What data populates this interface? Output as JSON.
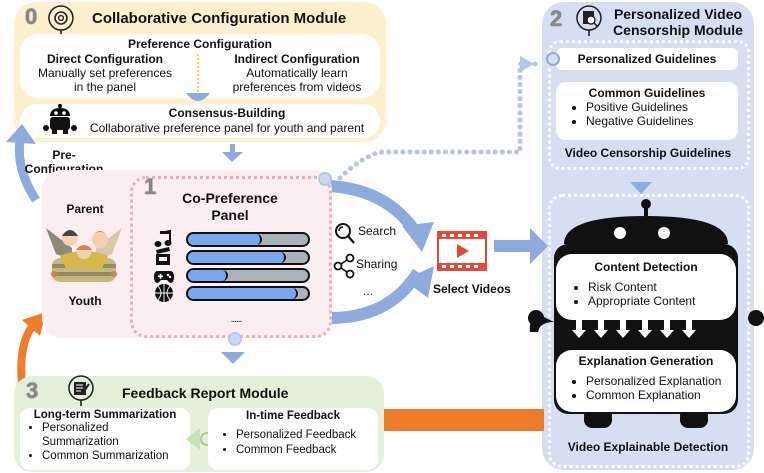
{
  "module0": {
    "number": "0",
    "icon": "gear-icon",
    "title": "Collaborative Configuration Module",
    "preference": {
      "title": "Preference Configuration",
      "direct": {
        "title": "Direct Configuration",
        "line1": "Manually set preferences",
        "line2": "in the panel"
      },
      "indirect": {
        "title": "Indirect Configuration",
        "line1": "Automatically learn",
        "line2": "preferences from videos"
      }
    },
    "consensus": {
      "title": "Consensus-Building",
      "desc": "Collaborative preference panel for youth and parent",
      "icon": "robot-icon"
    }
  },
  "pre_config": {
    "line1": "Pre-",
    "line2": "Configuration"
  },
  "family": {
    "parent_label": "Parent",
    "youth_label": "Youth",
    "icon": "family-illustration"
  },
  "module1": {
    "number": "1",
    "title_line1": "Co-Preference",
    "title_line2": "Panel",
    "bars": [
      {
        "icon": "music-note-icon",
        "value": 0.62
      },
      {
        "icon": "clapperboard-icon",
        "value": 0.82
      },
      {
        "icon": "gamepad-icon",
        "value": 0.33
      },
      {
        "icon": "basketball-icon",
        "value": 0.92
      }
    ],
    "more": "......"
  },
  "channels": {
    "search": "Search",
    "sharing": "Sharing",
    "more": "..."
  },
  "select_videos": "Select Videos",
  "module2": {
    "number": "2",
    "icon": "document-search-icon",
    "title_line1": "Personalized Video",
    "title_line2": "Censorship Module",
    "personalized_guidelines": "Personalized Guidelines",
    "common_guidelines": {
      "title": "Common Guidelines",
      "items": [
        "Positive Guidelines",
        "Negative Guidelines"
      ]
    },
    "guidelines_caption": "Video Censorship Guidelines",
    "content_detection": {
      "title": "Content Detection",
      "items": [
        "Risk Content",
        "Appropriate Content"
      ]
    },
    "explanation_generation": {
      "title": "Explanation Generation",
      "items": [
        "Personalized Explanation",
        "Common Explanation"
      ]
    },
    "detection_caption": "Video Explainable Detection"
  },
  "module3": {
    "number": "3",
    "icon": "report-edit-icon",
    "title": "Feedback Report Module",
    "long_term": {
      "title": "Long-term Summarization",
      "items": [
        "Personalized Summarization",
        "Common Summarization"
      ]
    },
    "in_time": {
      "title": "In-time Feedback",
      "items": [
        "Personalized Feedback",
        "Common Feedback"
      ]
    }
  },
  "colors": {
    "yellow_module": "#fdf0cf",
    "blue_module": "#d6dff2",
    "pink_panel": "#fbeef0",
    "green_module": "#e4f0d9",
    "arrow_blue": "#8eaadf",
    "arrow_orange": "#ee7d2b",
    "bar_fill": "#7aa6ee",
    "bar_track": "#a9b2bb"
  }
}
